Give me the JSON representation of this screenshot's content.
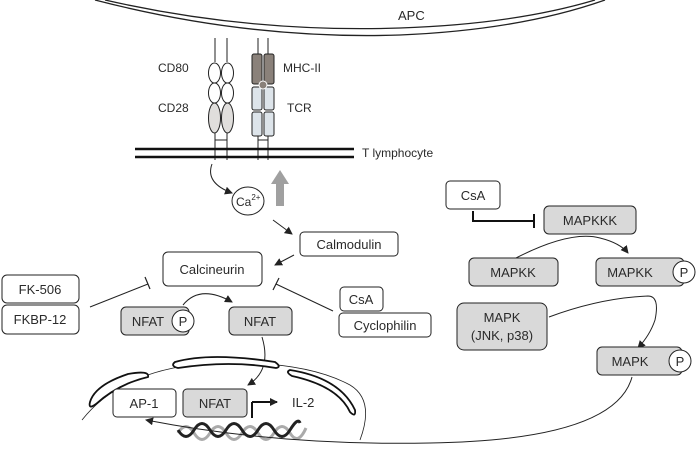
{
  "labels": {
    "apc": "APC",
    "cd80": "CD80",
    "cd28": "CD28",
    "mhc": "MHC-II",
    "tcr": "TCR",
    "t_lymphocyte": "T lymphocyte",
    "ca": "Ca",
    "ca_charge": "2+"
  },
  "nodes": {
    "calmodulin": "Calmodulin",
    "calcineurin": "Calcineurin",
    "fk506": "FK-506",
    "fkbp12": "FKBP-12",
    "csa_left": "CsA",
    "cyclophilin": "Cyclophilin",
    "nfat_p": "NFAT",
    "nfat": "NFAT",
    "phospho": "P",
    "ap1": "AP-1",
    "nfat_nucleus": "NFAT",
    "il2": "IL-2",
    "csa_right": "CsA",
    "mapkkk": "MAPKKK",
    "mapkk": "MAPKK",
    "mapkk_p": "MAPKK",
    "mapk_line1": "MAPK",
    "mapk_line2": "(JNK, p38)",
    "mapk_p": "MAPK"
  },
  "colors": {
    "gray_fill": "#d9d9d9",
    "mhc_fill": "#8a817a",
    "tcr_fill": "#dde4ea",
    "cd28_fill": "#e0dedc",
    "arrow_gray": "#a0a0a0"
  }
}
